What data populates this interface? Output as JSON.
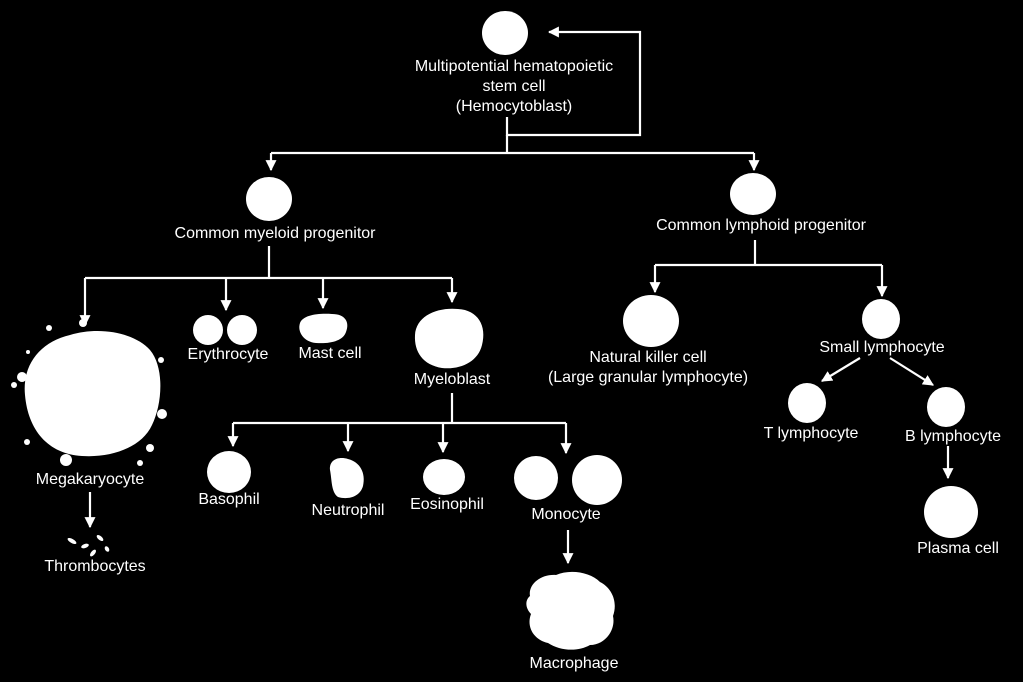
{
  "colors": {
    "background": "#000000",
    "foreground": "#ffffff"
  },
  "labels": {
    "stem_line1": "Multipotential hematopoietic",
    "stem_line2": "stem cell",
    "stem_line3": "(Hemocytoblast)",
    "myeloid": "Common myeloid progenitor",
    "lymphoid": "Common lymphoid progenitor",
    "megakaryocyte": "Megakaryocyte",
    "thrombocytes": "Thrombocytes",
    "erythrocyte": "Erythrocyte",
    "mast_cell": "Mast cell",
    "myeloblast": "Myeloblast",
    "basophil": "Basophil",
    "neutrophil": "Neutrophil",
    "eosinophil": "Eosinophil",
    "monocyte": "Monocyte",
    "macrophage": "Macrophage",
    "nk_line1": "Natural killer cell",
    "nk_line2": "(Large granular lymphocyte)",
    "small_lymphocyte": "Small lymphocyte",
    "t_lymphocyte": "T lymphocyte",
    "b_lymphocyte": "B lymphocyte",
    "plasma_cell": "Plasma cell"
  }
}
